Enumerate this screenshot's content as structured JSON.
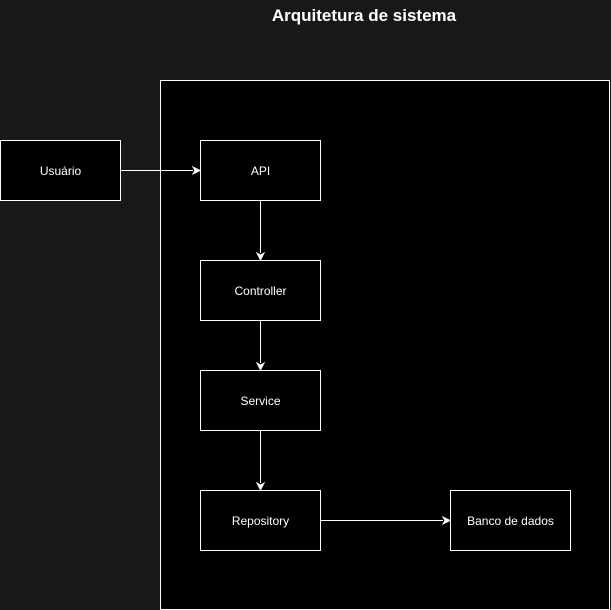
{
  "diagram": {
    "title": "Arquitetura de sistema",
    "nodes": {
      "usuario": "Usuário",
      "api": "API",
      "controller": "Controller",
      "service": "Service",
      "repository": "Repository",
      "banco": "Banco de dados"
    },
    "edges": [
      {
        "from": "usuario",
        "to": "api"
      },
      {
        "from": "api",
        "to": "controller"
      },
      {
        "from": "controller",
        "to": "service"
      },
      {
        "from": "service",
        "to": "repository"
      },
      {
        "from": "repository",
        "to": "banco"
      }
    ]
  },
  "colors": {
    "background": "#181818",
    "container": "#000000",
    "stroke": "#ffffff",
    "text": "#ffffff"
  }
}
